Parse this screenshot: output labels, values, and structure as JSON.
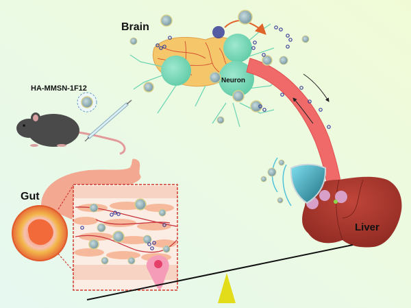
{
  "labels": {
    "brain": "Brain",
    "neuron": "Neuron",
    "nanoparticle": "HA-MMSN-1F12",
    "gut": "Gut",
    "liver": "Liver"
  },
  "colors": {
    "background_start": "#e6f8f0",
    "background_end": "#f0fbd6",
    "neuron": "#6fd6b3",
    "brain_tissue": "#f5c66a",
    "brain_vessels": "#d0402a",
    "blood_vessel": "#f06a6a",
    "liver": "#a5322a",
    "shield": "#4fc3d9",
    "gut_tissue": "#f3b39a",
    "dashed_frame": "#d03a2e",
    "fulcrum": "#e2dc1a",
    "mouse": "#4a4a4a",
    "nanoparticle": "#8fb0b6",
    "drug_molecule": "#3a3f9a",
    "flow_arrow": "#e0642a"
  }
}
